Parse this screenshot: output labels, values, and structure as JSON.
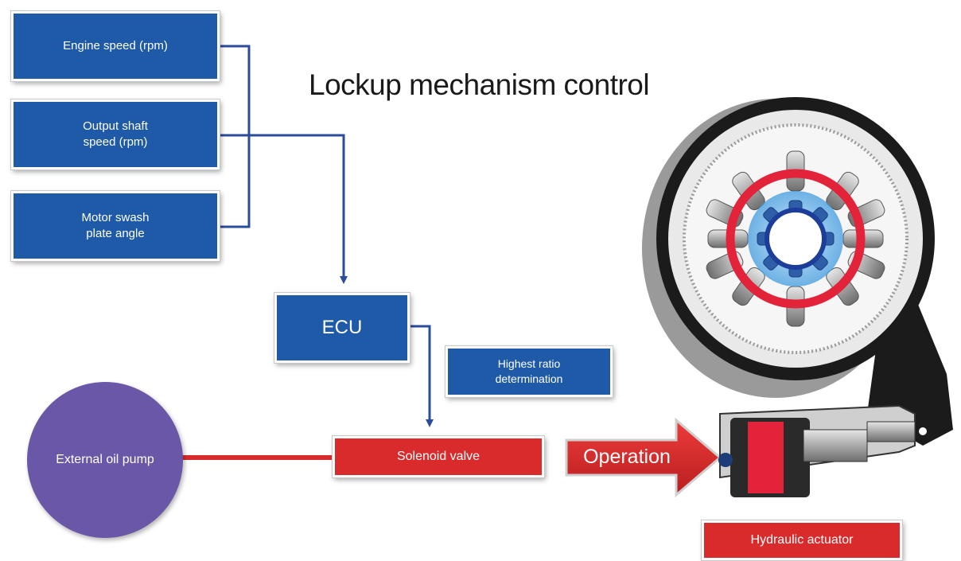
{
  "title": "Lockup mechanism control",
  "inputs": {
    "engine_speed": "Engine speed (rpm)",
    "output_shaft_line1": "Output shaft",
    "output_shaft_line2": "speed (rpm)",
    "swash_line1": "Motor swash",
    "swash_line2": "plate angle"
  },
  "ecu": "ECU",
  "highest_ratio_line1": "Highest ratio",
  "highest_ratio_line2": "determination",
  "pump": "External oil pump",
  "solenoid": "Solenoid valve",
  "operation": "Operation",
  "actuator": "Hydraulic actuator",
  "colors": {
    "blue_box": "#1e5aa8",
    "connector_blue": "#2b4c9b",
    "red_box": "#d92b2b",
    "pump_purple": "#6a57a8"
  }
}
